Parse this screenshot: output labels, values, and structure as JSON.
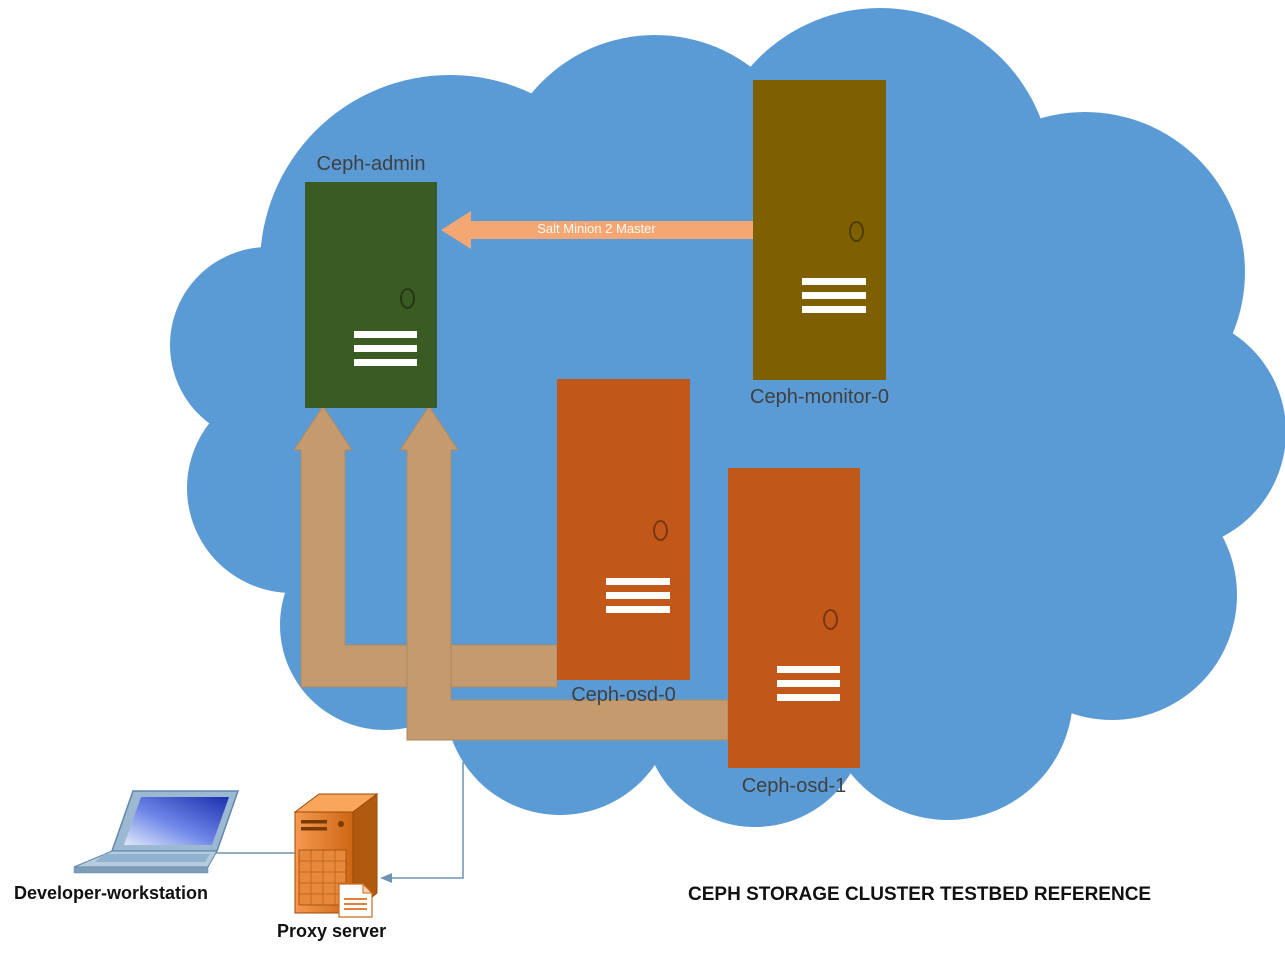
{
  "title": "CEPH STORAGE CLUSTER TESTBED REFERENCE",
  "cloud": {
    "name": "cluster-cloud",
    "color": "#5b9bd5"
  },
  "nodes": {
    "admin": {
      "label": "Ceph-admin",
      "color": "#3a5b22"
    },
    "monitor": {
      "label": "Ceph-monitor-0",
      "color": "#7f6000"
    },
    "osd0": {
      "label": "Ceph-osd-0",
      "color": "#c2571a"
    },
    "osd1": {
      "label": "Ceph-osd-1",
      "color": "#c2571a"
    }
  },
  "connections": {
    "salt_minion": {
      "label": "Salt Minion 2 Master",
      "from": "Ceph-monitor-0",
      "to": "Ceph-admin",
      "color": "#f4a772"
    },
    "osd0_link": {
      "from": "Ceph-osd-0",
      "to": "Ceph-admin",
      "color": "#c49a6e"
    },
    "osd1_link": {
      "from": "Ceph-osd-1",
      "to": "Ceph-admin",
      "color": "#c49a6e"
    }
  },
  "external": {
    "workstation": {
      "label": "Developer-workstation"
    },
    "proxy": {
      "label": "Proxy server"
    }
  },
  "line_color": "#6e93b4"
}
